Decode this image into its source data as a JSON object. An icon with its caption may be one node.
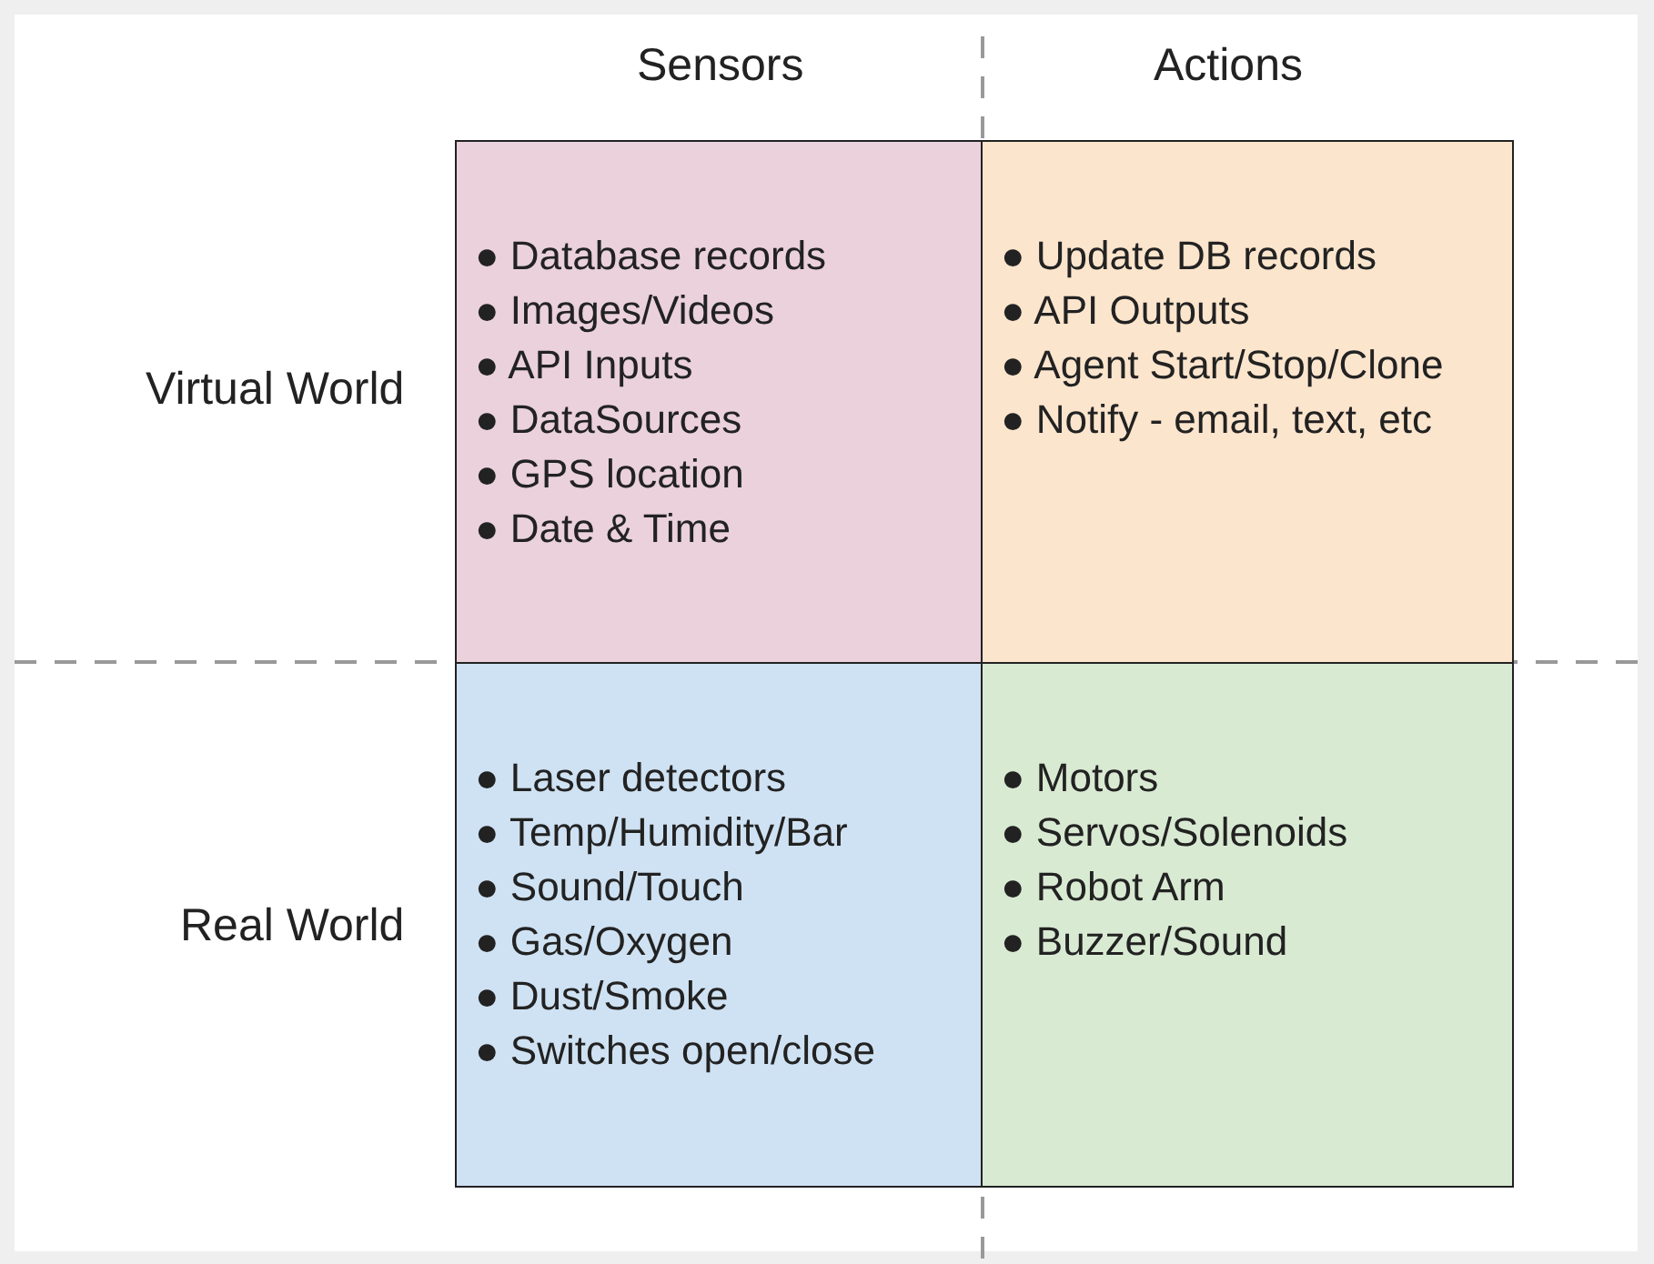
{
  "diagram": {
    "nodes": [
      {
        "text": [
          "● Database records",
          "● Images/Videos",
          "● API Inputs",
          "● DataSources",
          "● GPS location",
          "● Date & Time"
        ]
      },
      {
        "text": [
          "● Update DB records",
          "● API Outputs",
          "● Agent Start/Stop/Clone",
          "● Notify - email, text, etc"
        ]
      },
      {
        "text": [
          "● Laser detectors",
          "● Temp/Humidity/Bar",
          "● Sound/Touch",
          "● Gas/Oxygen",
          "● Dust/Smoke",
          "● Switches open/close"
        ]
      },
      {
        "text": [
          "● Motors",
          "● Servos/Solenoids",
          "● Robot Arm",
          "● Buzzer/Sound"
        ]
      }
    ],
    "labels": [
      "Sensors",
      "Actions",
      "Virtual World",
      "Real World"
    ]
  }
}
